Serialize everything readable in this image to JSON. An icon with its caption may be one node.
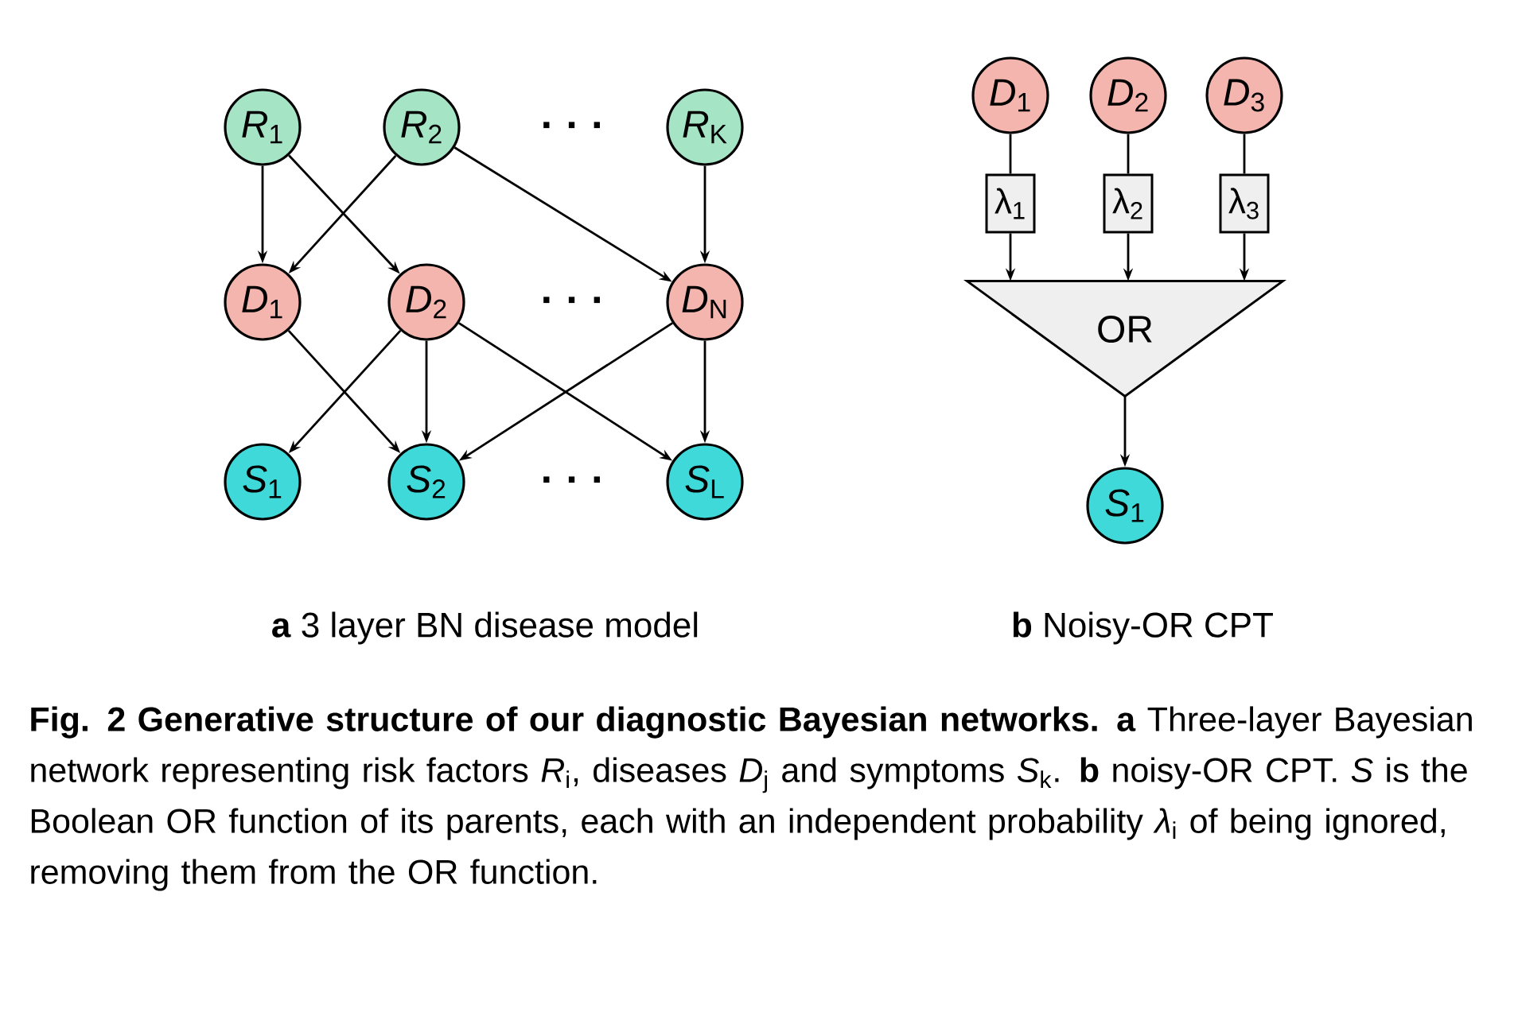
{
  "diagram": {
    "caption": "**Fig. 2 Generative structure of our diagnostic Bayesian networks. a** Three-layer Bayesian network representing risk factors *R*$_{i}$, diseases *D*$_{j}$ and symptoms *S*$_{k}$. **b** noisy-OR CPT. *S* is the Boolean OR function of its parents, each with an independent probability *λ*$_{i}$ of being ignored, removing them from the OR function.",
    "nodes": [
      {
        "text": [
          "*R*$_{1}$"
        ]
      },
      {
        "text": [
          "*R*$_{2}$"
        ]
      },
      {
        "text": [
          "*R*$_{K}$"
        ]
      },
      {
        "text": [
          "*D*$_{1}$"
        ]
      },
      {
        "text": [
          "*D*$_{2}$"
        ]
      },
      {
        "text": [
          "*D*$_{N}$"
        ]
      },
      {
        "text": [
          "*S*$_{1}$"
        ]
      },
      {
        "text": [
          "*S*$_{2}$"
        ]
      },
      {
        "text": [
          "*S*$_{L}$"
        ]
      },
      {
        "text": [
          "*D*$_{1}$"
        ]
      },
      {
        "text": [
          "*D*$_{2}$"
        ]
      },
      {
        "text": [
          "*D*$_{3}$"
        ]
      },
      {
        "text": [
          "λ$_{1}$"
        ]
      },
      {
        "text": [
          "λ$_{2}$"
        ]
      },
      {
        "text": [
          "λ$_{3}$"
        ]
      },
      {
        "text": [
          "OR"
        ]
      },
      {
        "text": [
          "*S*$_{1}$"
        ]
      }
    ],
    "edges": [
      {
        "from": 0,
        "to": 3,
        "arrow": "to"
      },
      {
        "from": 0,
        "to": 4,
        "arrow": "to"
      },
      {
        "from": 1,
        "to": 3,
        "arrow": "to"
      },
      {
        "from": 1,
        "to": 5,
        "arrow": "to"
      },
      {
        "from": 2,
        "to": 5,
        "arrow": "to"
      },
      {
        "from": 3,
        "to": 7,
        "arrow": "to"
      },
      {
        "from": 4,
        "to": 6,
        "arrow": "to"
      },
      {
        "from": 4,
        "to": 7,
        "arrow": "to"
      },
      {
        "from": 4,
        "to": 8,
        "arrow": "to"
      },
      {
        "from": 5,
        "to": 7,
        "arrow": "to"
      },
      {
        "from": 5,
        "to": 8,
        "arrow": "to"
      },
      {
        "from": 9,
        "to": 12,
        "arrow": "none"
      },
      {
        "from": 10,
        "to": 13,
        "arrow": "none"
      },
      {
        "from": 11,
        "to": 14,
        "arrow": "none"
      },
      {
        "from": 12,
        "to": 15,
        "arrow": "to"
      },
      {
        "from": 13,
        "to": 15,
        "arrow": "to"
      },
      {
        "from": 14,
        "to": 15,
        "arrow": "to"
      },
      {
        "from": 15,
        "to": 16,
        "arrow": "to"
      }
    ],
    "labels": [
      "· · ·",
      "· · ·",
      "· · ·",
      "**a** 3 layer BN disease model",
      "**b** Noisy-OR CPT"
    ]
  }
}
